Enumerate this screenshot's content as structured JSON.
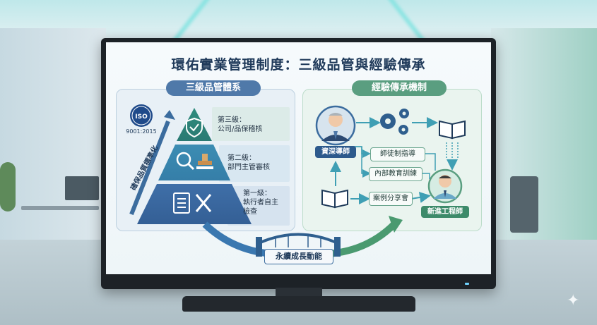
{
  "slide": {
    "title": "環佑實業管理制度：三級品管與經驗傳承",
    "left_panel": {
      "heading": "三級品管體系",
      "iso_badge": "ISO",
      "iso_caption": "9001:2015",
      "side_text": "確保品質標準化",
      "tiers": [
        {
          "line1": "第三級：",
          "line2": "公司/品保稽核"
        },
        {
          "line1": "第二級：",
          "line2": "部門主管審核"
        },
        {
          "line1": "第一級：",
          "line2": "執行者自主",
          "line3": "檢查"
        }
      ]
    },
    "right_panel": {
      "heading": "經驗傳承機制",
      "senior_label": "資深導師",
      "new_label": "新進工程師",
      "methods": [
        "師徒制指導",
        "內部教育訓練",
        "案例分享會"
      ]
    },
    "bridge_label": "永續成長動能"
  },
  "colors": {
    "navy": "#1f3a5a",
    "blue": "#4f79a9",
    "green": "#5a9e80",
    "teal": "#3f9fb4"
  },
  "icons": [
    "iso-badge-icon",
    "shield-check-icon",
    "magnifier-stamp-icon",
    "clipboard-wrench-icon",
    "mentor-avatar-icon",
    "gears-icon",
    "open-book-icon",
    "engineer-avatar-icon",
    "bridge-icon",
    "sparkle-icon"
  ]
}
